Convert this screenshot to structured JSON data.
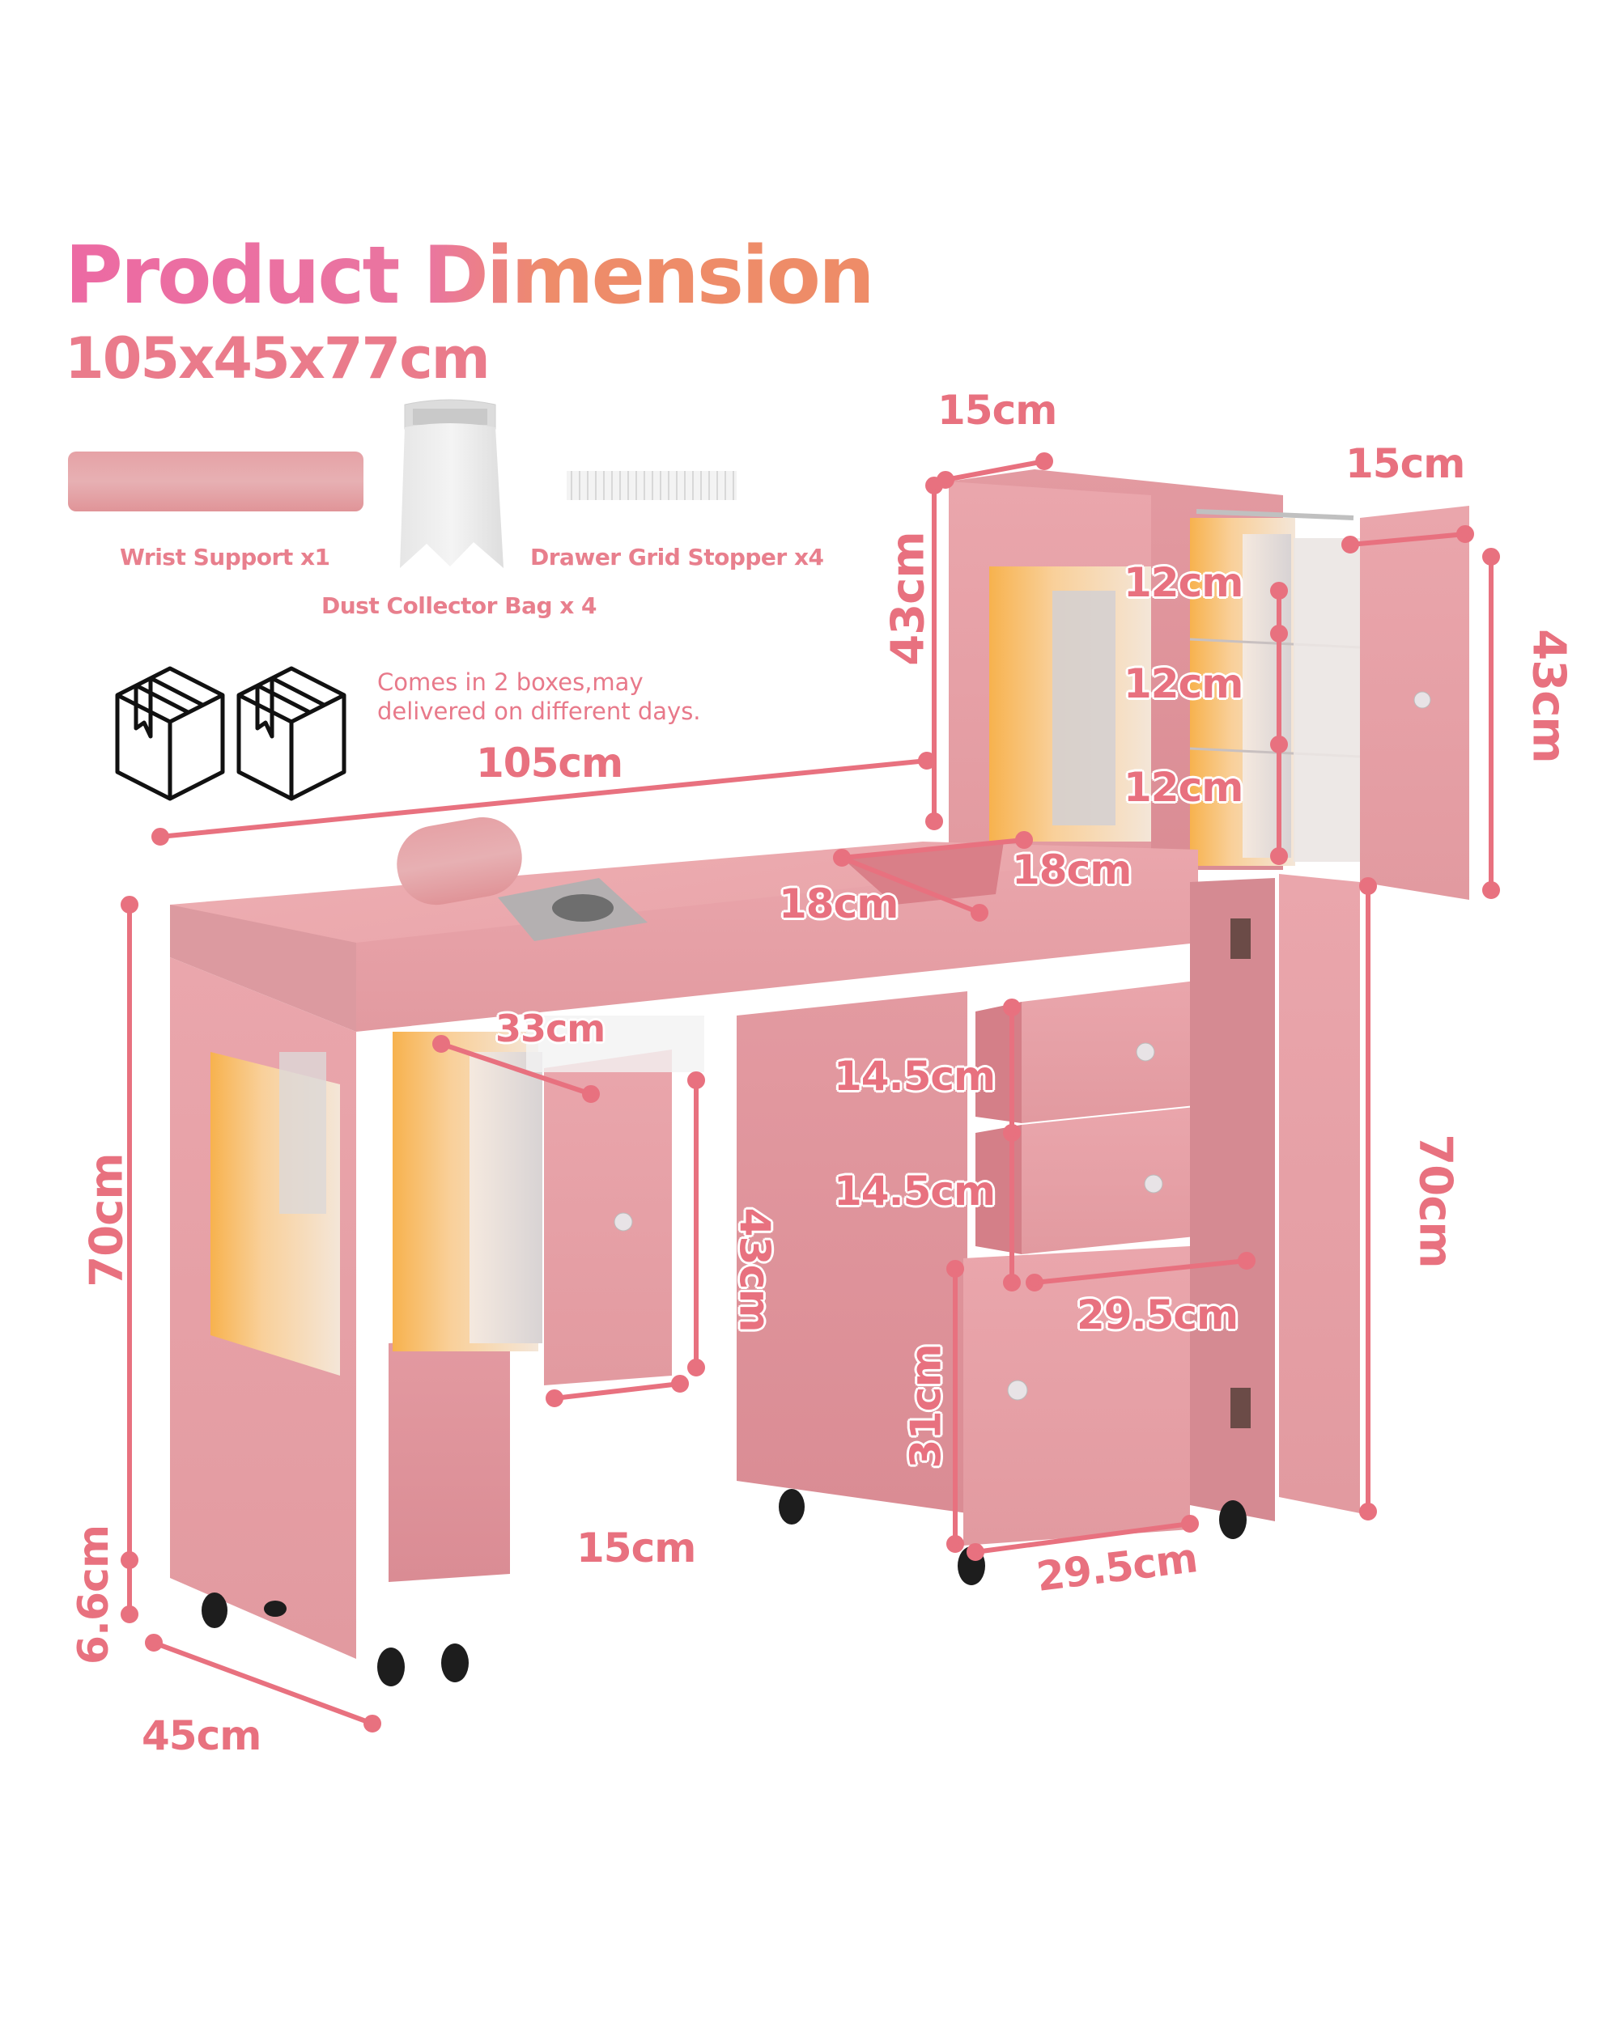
{
  "header": {
    "title": "Product Dimension",
    "overall_size": "105x45x77cm"
  },
  "accessories": {
    "items": [
      {
        "label": "Wrist Support x1",
        "icon": "wrist-support-cushion"
      },
      {
        "label": "Dust Collector Bag x 4",
        "icon": "dust-collector-bag"
      },
      {
        "label": "Drawer Grid Stopper x4",
        "icon": "drawer-grid-stopper"
      }
    ]
  },
  "shipping": {
    "box_icon": "package-box-icon",
    "box_count": 2,
    "note_line1": "Comes in 2 boxes,may",
    "note_line2": "delivered on different days."
  },
  "dimensions": {
    "top_cabinet_depth": "15cm",
    "top_door_width": "15cm",
    "top_cabinet_height_left": "43cm",
    "top_cabinet_height_right": "43cm",
    "shelf_1": "12cm",
    "shelf_2": "12cm",
    "shelf_3": "12cm",
    "total_width": "105cm",
    "tray_width": "18cm",
    "tray_depth": "18cm",
    "left_drawer_depth": "33cm",
    "drawer_1_height": "14.5cm",
    "drawer_2_height": "14.5cm",
    "desk_height_left": "70cm",
    "desk_height_right": "70cm",
    "left_cabinet_height": "43cm",
    "drawer_width": "29.5cm",
    "bottom_door_height": "31cm",
    "left_door_width": "15cm",
    "pedestal_width": "29.5cm",
    "caster_height": "6.6cm",
    "total_depth": "45cm"
  },
  "colors": {
    "accent_pink": "#e8717f",
    "title_pink": "#ec6aa3",
    "title_orange": "#ee8c68",
    "furniture_pink": "#e9a3ab",
    "light_glow": "#f8c070"
  }
}
